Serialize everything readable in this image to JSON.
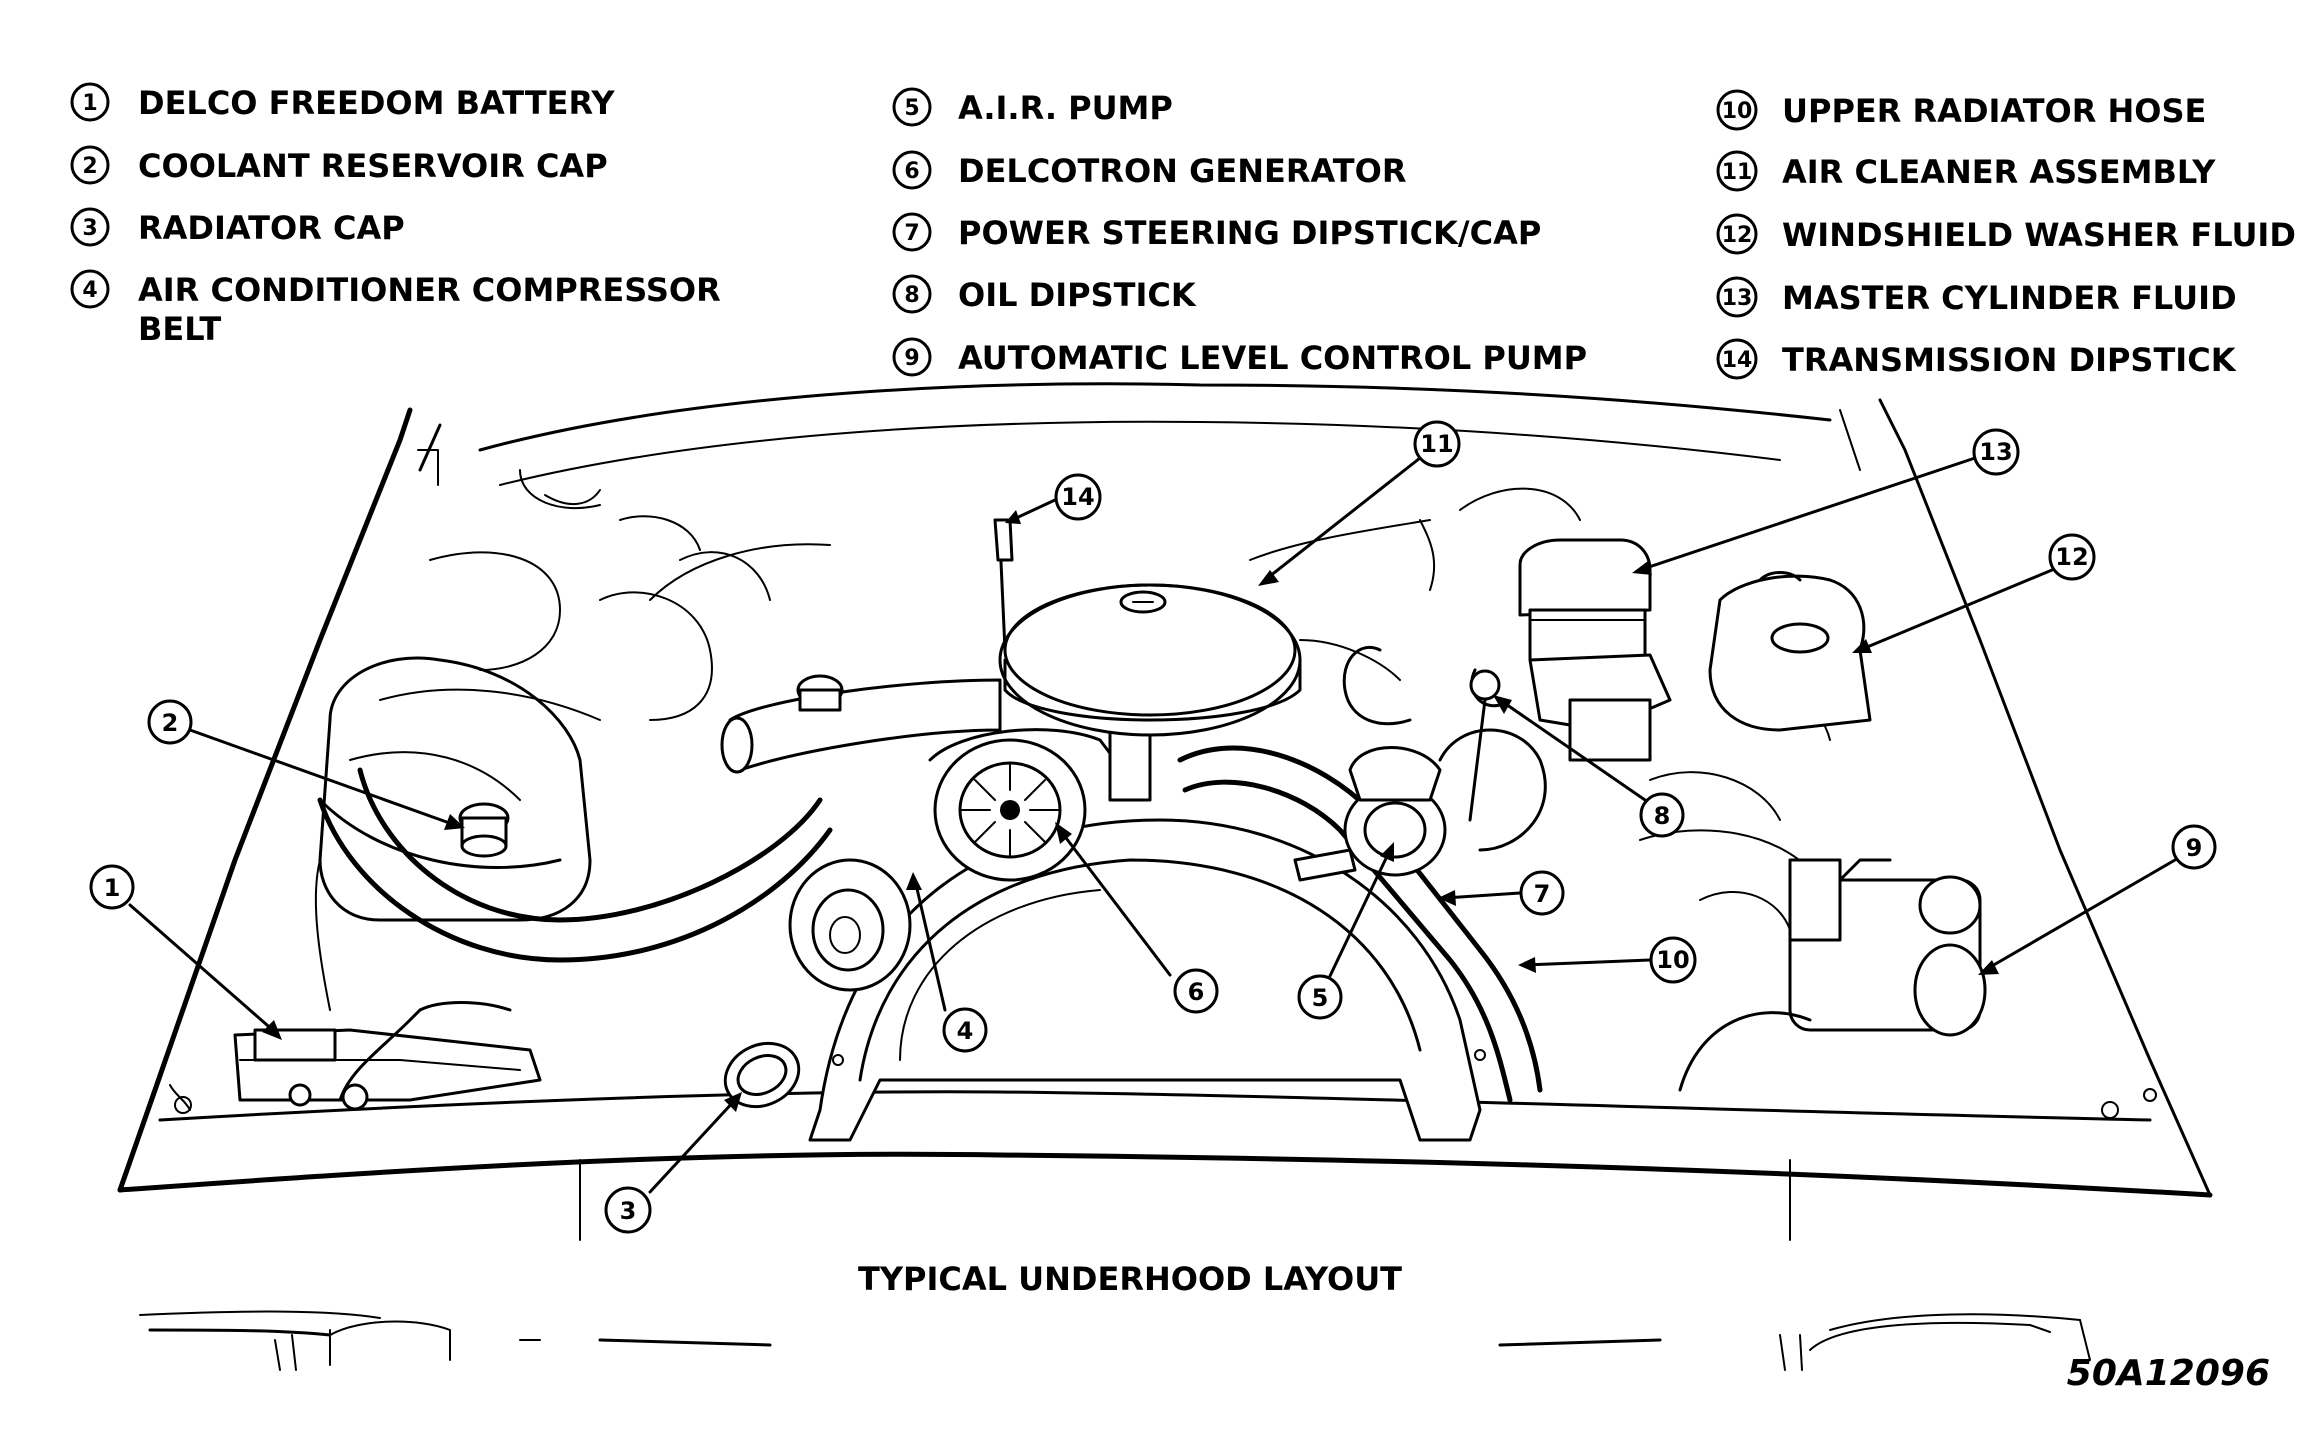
{
  "legend": [
    {
      "num": "1",
      "label": "DELCO FREEDOM BATTERY"
    },
    {
      "num": "2",
      "label": "COOLANT RESERVOIR CAP"
    },
    {
      "num": "3",
      "label": "RADIATOR CAP"
    },
    {
      "num": "4",
      "label": "AIR CONDITIONER COMPRESSOR",
      "label_line2": "BELT"
    },
    {
      "num": "5",
      "label": "A.I.R. PUMP"
    },
    {
      "num": "6",
      "label": "DELCOTRON GENERATOR"
    },
    {
      "num": "7",
      "label": "POWER STEERING DIPSTICK/CAP"
    },
    {
      "num": "8",
      "label": "OIL DIPSTICK"
    },
    {
      "num": "9",
      "label": "AUTOMATIC LEVEL CONTROL PUMP"
    },
    {
      "num": "10",
      "label": "UPPER RADIATOR HOSE"
    },
    {
      "num": "11",
      "label": "AIR CLEANER ASSEMBLY"
    },
    {
      "num": "12",
      "label": "WINDSHIELD WASHER FLUID"
    },
    {
      "num": "13",
      "label": "MASTER CYLINDER FLUID"
    },
    {
      "num": "14",
      "label": "TRANSMISSION DIPSTICK"
    }
  ],
  "title": "TYPICAL UNDERHOOD LAYOUT",
  "figure_id": "50A12096"
}
